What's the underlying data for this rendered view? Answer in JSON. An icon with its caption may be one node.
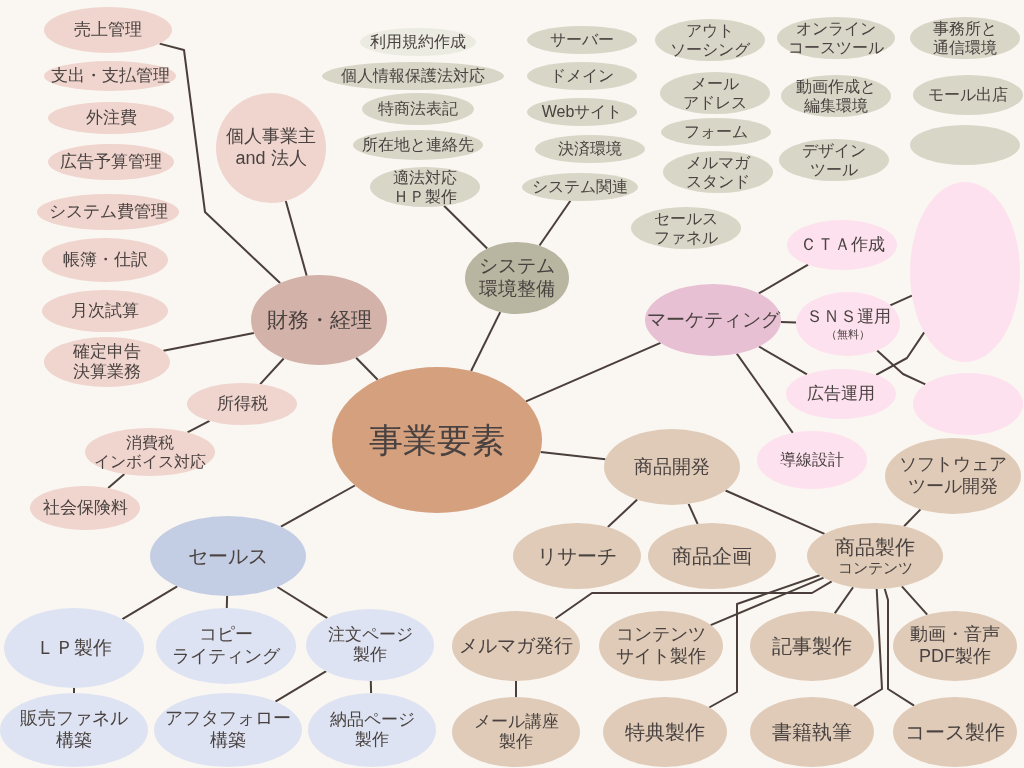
{
  "diagram": {
    "nodes": [
      {
        "text": [
          "事業要素"
        ]
      },
      {
        "text": [
          "財務・経理"
        ]
      },
      {
        "text": [
          "個人事業主and 法人"
        ]
      },
      {
        "text": [
          "売上管理"
        ]
      },
      {
        "text": [
          "支出・支払管理"
        ]
      },
      {
        "text": [
          "外注費"
        ]
      },
      {
        "text": [
          "広告予算管理"
        ]
      },
      {
        "text": [
          "システム費管理"
        ]
      },
      {
        "text": [
          "帳簿・仕訳"
        ]
      },
      {
        "text": [
          "月次試算"
        ]
      },
      {
        "text": [
          "確定申告決算業務"
        ]
      },
      {
        "text": [
          "所得税"
        ]
      },
      {
        "text": [
          "消費税インボイス対応"
        ]
      },
      {
        "text": [
          "社会保険料"
        ]
      },
      {
        "text": [
          "システム環境整備"
        ]
      },
      {
        "text": [
          "利用規約作成"
        ]
      },
      {
        "text": [
          "個人情報保護法対応"
        ]
      },
      {
        "text": [
          "特商法表記"
        ]
      },
      {
        "text": [
          "所在地と連絡先"
        ]
      },
      {
        "text": [
          "適法対応ＨＰ製作"
        ]
      },
      {
        "text": [
          "サーバー"
        ]
      },
      {
        "text": [
          "ドメイン"
        ]
      },
      {
        "text": [
          "Webサイト"
        ]
      },
      {
        "text": [
          "決済環境"
        ]
      },
      {
        "text": [
          "システム関連"
        ]
      },
      {
        "text": [
          "アウトソーシング"
        ]
      },
      {
        "text": [
          "メールアドレス"
        ]
      },
      {
        "text": [
          "フォーム"
        ]
      },
      {
        "text": [
          "メルマガスタンド"
        ]
      },
      {
        "text": [
          "セールスファネル"
        ]
      },
      {
        "text": [
          "オンラインコースツール"
        ]
      },
      {
        "text": [
          "動画作成と編集環境"
        ]
      },
      {
        "text": [
          "デザインツール"
        ]
      },
      {
        "text": [
          "事務所と通信環境"
        ]
      },
      {
        "text": [
          "モール出店"
        ]
      },
      {
        "text": [],
        "shape": "ellipse"
      },
      {
        "text": [
          "マーケティング"
        ]
      },
      {
        "text": [
          "ＣＴＡ作成"
        ]
      },
      {
        "text": [
          "ＳＮＳ運用",
          "（無料）"
        ]
      },
      {
        "text": [
          "広告運用"
        ]
      },
      {
        "text": [],
        "shape": "ellipse"
      },
      {
        "text": [],
        "shape": "ellipse"
      },
      {
        "text": [
          "導線設計"
        ]
      },
      {
        "text": [
          "商品開発"
        ]
      },
      {
        "text": [
          "ソフトウェアツール開発"
        ]
      },
      {
        "text": [
          "リサーチ"
        ]
      },
      {
        "text": [
          "商品企画"
        ]
      },
      {
        "text": [
          "商品製作",
          "コンテンツ"
        ]
      },
      {
        "text": [
          "メルマガ発行"
        ]
      },
      {
        "text": [
          "コンテンツサイト製作"
        ]
      },
      {
        "text": [
          "記事製作"
        ]
      },
      {
        "text": [
          "動画・音声PDF製作"
        ]
      },
      {
        "text": [
          "メール講座製作"
        ]
      },
      {
        "text": [
          "特典製作"
        ]
      },
      {
        "text": [
          "書籍執筆"
        ]
      },
      {
        "text": [
          "コース製作"
        ]
      },
      {
        "text": [
          "セールス"
        ]
      },
      {
        "text": [
          "ＬＰ製作"
        ]
      },
      {
        "text": [
          "コピーライティング"
        ]
      },
      {
        "text": [
          "注文ページ製作"
        ]
      },
      {
        "text": [
          "販売ファネル構築"
        ]
      },
      {
        "text": [
          "アフタフォロー構築"
        ]
      },
      {
        "text": [
          "納品ページ製作"
        ]
      }
    ],
    "edges": [
      {
        "from": 0,
        "to": 1,
        "arrow": "none"
      },
      {
        "from": 0,
        "to": 14,
        "arrow": "none"
      },
      {
        "from": 0,
        "to": 36,
        "arrow": "none"
      },
      {
        "from": 0,
        "to": 43,
        "arrow": "none"
      },
      {
        "from": 0,
        "to": 56,
        "arrow": "none"
      },
      {
        "from": 1,
        "to": 2,
        "arrow": "none"
      },
      {
        "from": 1,
        "to": 3,
        "arrow": "none"
      },
      {
        "from": 1,
        "to": 10,
        "arrow": "none"
      },
      {
        "from": 1,
        "to": 11,
        "arrow": "none"
      },
      {
        "from": 11,
        "to": 12,
        "arrow": "none"
      },
      {
        "from": 12,
        "to": 13,
        "arrow": "none"
      },
      {
        "from": 14,
        "to": 19,
        "arrow": "none"
      },
      {
        "from": 14,
        "to": 24,
        "arrow": "none"
      },
      {
        "from": 36,
        "to": 37,
        "arrow": "none"
      },
      {
        "from": 36,
        "to": 38,
        "arrow": "none"
      },
      {
        "from": 36,
        "to": 39,
        "arrow": "none"
      },
      {
        "from": 36,
        "to": 42,
        "arrow": "none"
      },
      {
        "from": 38,
        "to": 40,
        "arrow": "none"
      },
      {
        "from": 38,
        "to": 41,
        "arrow": "none"
      },
      {
        "from": 39,
        "to": 40,
        "arrow": "none"
      },
      {
        "from": 43,
        "to": 45,
        "arrow": "none"
      },
      {
        "from": 43,
        "to": 46,
        "arrow": "none"
      },
      {
        "from": 43,
        "to": 47,
        "arrow": "none"
      },
      {
        "from": 47,
        "to": 44,
        "arrow": "none"
      },
      {
        "from": 47,
        "to": 48,
        "arrow": "none"
      },
      {
        "from": 47,
        "to": 49,
        "arrow": "none"
      },
      {
        "from": 47,
        "to": 50,
        "arrow": "none"
      },
      {
        "from": 47,
        "to": 53,
        "arrow": "none"
      },
      {
        "from": 47,
        "to": 54,
        "arrow": "none"
      },
      {
        "from": 47,
        "to": 51,
        "arrow": "none"
      },
      {
        "from": 47,
        "to": 55,
        "arrow": "none"
      },
      {
        "from": 48,
        "to": 52,
        "arrow": "none"
      },
      {
        "from": 56,
        "to": 57,
        "arrow": "none"
      },
      {
        "from": 56,
        "to": 58,
        "arrow": "none"
      },
      {
        "from": 56,
        "to": 59,
        "arrow": "none"
      },
      {
        "from": 57,
        "to": 60,
        "arrow": "none"
      },
      {
        "from": 59,
        "to": 61,
        "arrow": "none"
      },
      {
        "from": 59,
        "to": 62,
        "arrow": "none"
      }
    ]
  }
}
